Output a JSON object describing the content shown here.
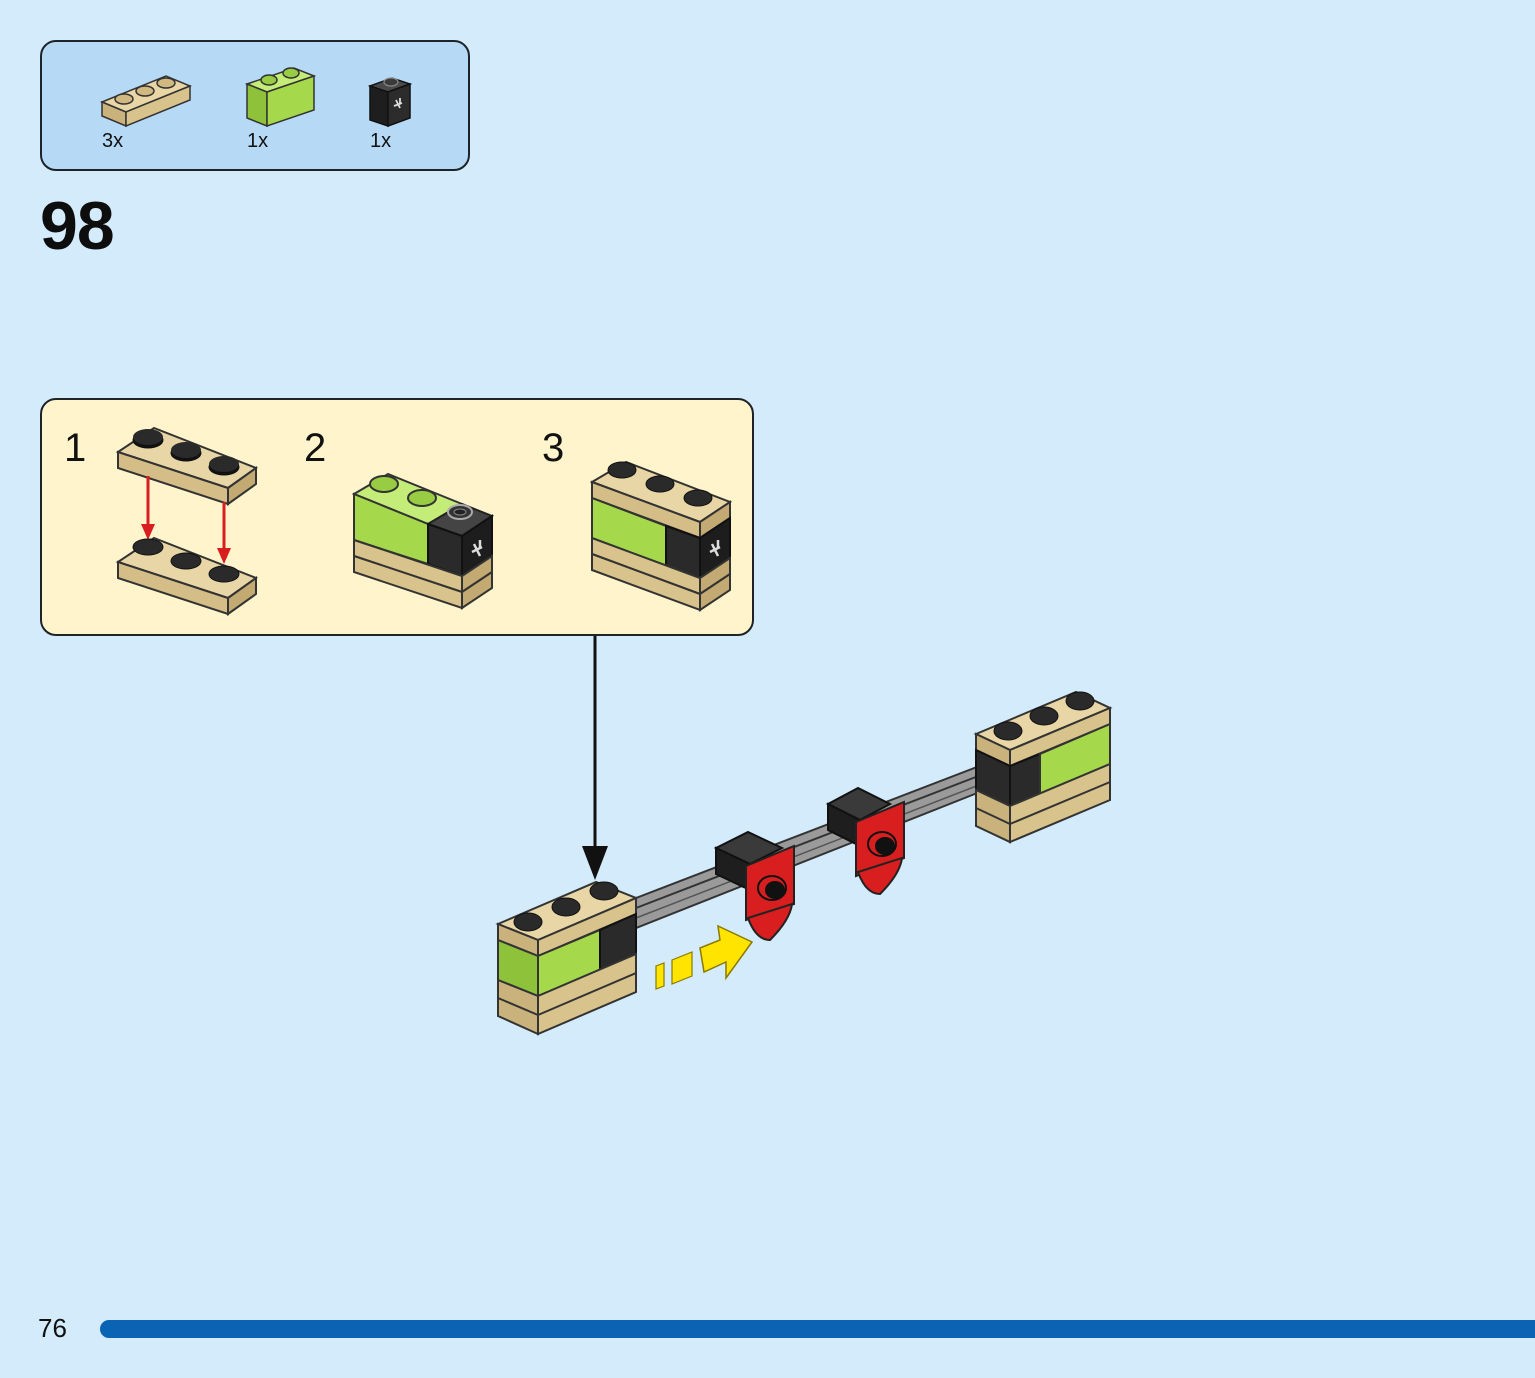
{
  "parts_list": {
    "items": [
      {
        "name": "tan-plate-1x3",
        "quantity": "3x",
        "color": "#dcc794"
      },
      {
        "name": "lime-brick-1x2",
        "quantity": "1x",
        "color": "#a5d94b"
      },
      {
        "name": "black-brick-1x1-with-clip",
        "quantity": "1x",
        "color": "#2a2a2a"
      }
    ]
  },
  "step": {
    "number": "98"
  },
  "sub_assembly": {
    "steps": [
      {
        "label": "1"
      },
      {
        "label": "2"
      },
      {
        "label": "3"
      }
    ]
  },
  "page": {
    "number": "76"
  },
  "colors": {
    "background": "#d3ebfb",
    "parts_box": "#b6d9f6",
    "sub_box": "#fff4cb",
    "tan": "#dcc794",
    "lime": "#a5d94b",
    "black": "#2a2a2a",
    "red": "#d81e1e",
    "arrow_yellow": "#ffe400",
    "progress_bar": "#0b63b3"
  }
}
